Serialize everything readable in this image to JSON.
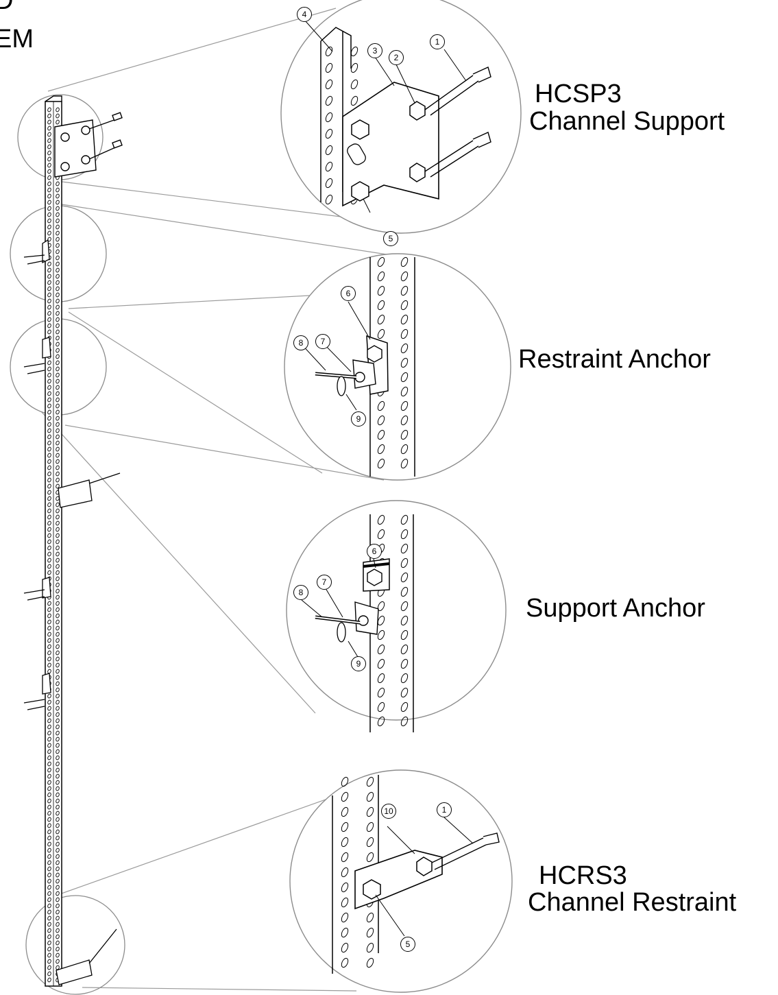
{
  "header_partial": {
    "line1": "D",
    "line2": "EM"
  },
  "details": {
    "hcsp3": {
      "title": "HCSP3",
      "subtitle": "Channel Support"
    },
    "restraint": {
      "title": "Restraint Anchor"
    },
    "support": {
      "title": "Support Anchor"
    },
    "hcrs3": {
      "title": "HCRS3",
      "subtitle": "Channel Restraint"
    }
  },
  "callouts": {
    "c1": "1",
    "c2": "2",
    "c3": "3",
    "c4": "4",
    "c5": "5",
    "c6": "6",
    "c7": "7",
    "c8": "8",
    "c9": "9",
    "c6b": "6",
    "c7b": "7",
    "c8b": "8",
    "c9b": "9",
    "c10": "10",
    "c1b": "1",
    "c5b": "5"
  },
  "colors": {
    "line": "#000000",
    "leader": "#9a9a9a",
    "background": "#ffffff"
  }
}
